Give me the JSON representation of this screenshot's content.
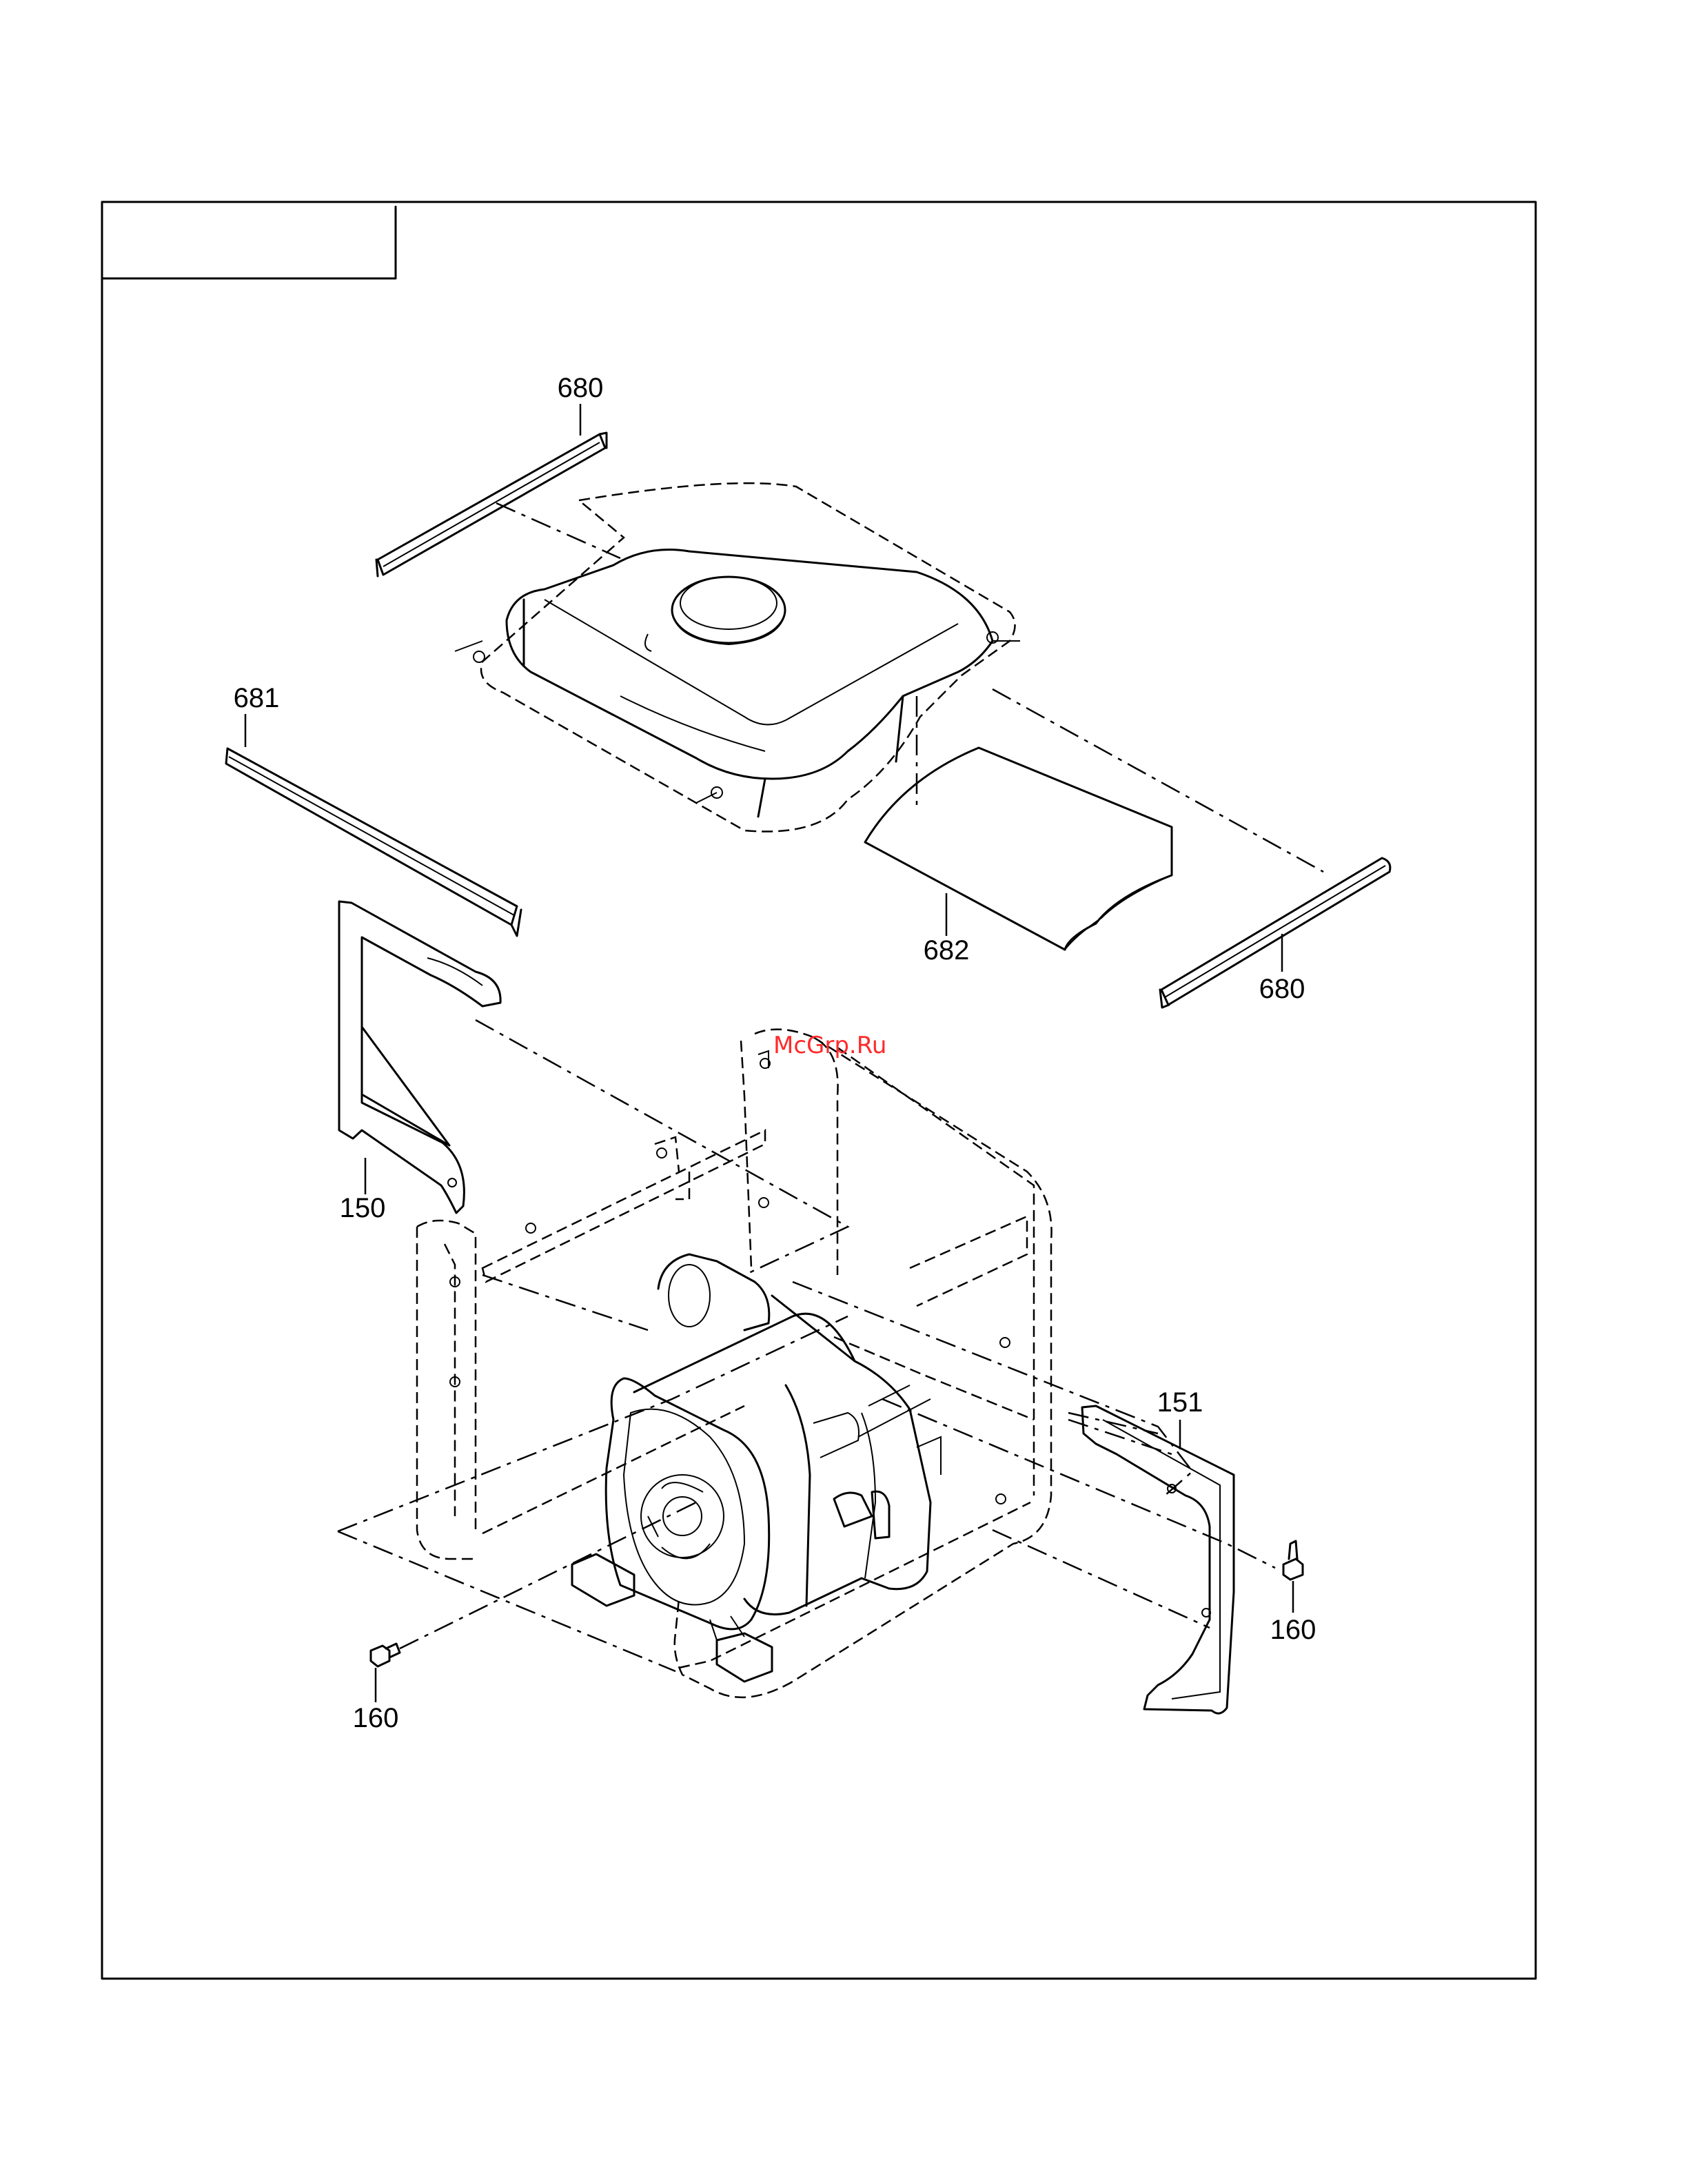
{
  "figure": {
    "header_box_text": "",
    "watermark": "McGrp.Ru",
    "callouts": [
      {
        "id": "c680a",
        "label": "680"
      },
      {
        "id": "c681",
        "label": "681"
      },
      {
        "id": "c682",
        "label": "682"
      },
      {
        "id": "c680b",
        "label": "680"
      },
      {
        "id": "c150",
        "label": "150"
      },
      {
        "id": "c151",
        "label": "151"
      },
      {
        "id": "c160a",
        "label": "160"
      },
      {
        "id": "c160b",
        "label": "160"
      }
    ]
  },
  "footer": {
    "text": ""
  }
}
